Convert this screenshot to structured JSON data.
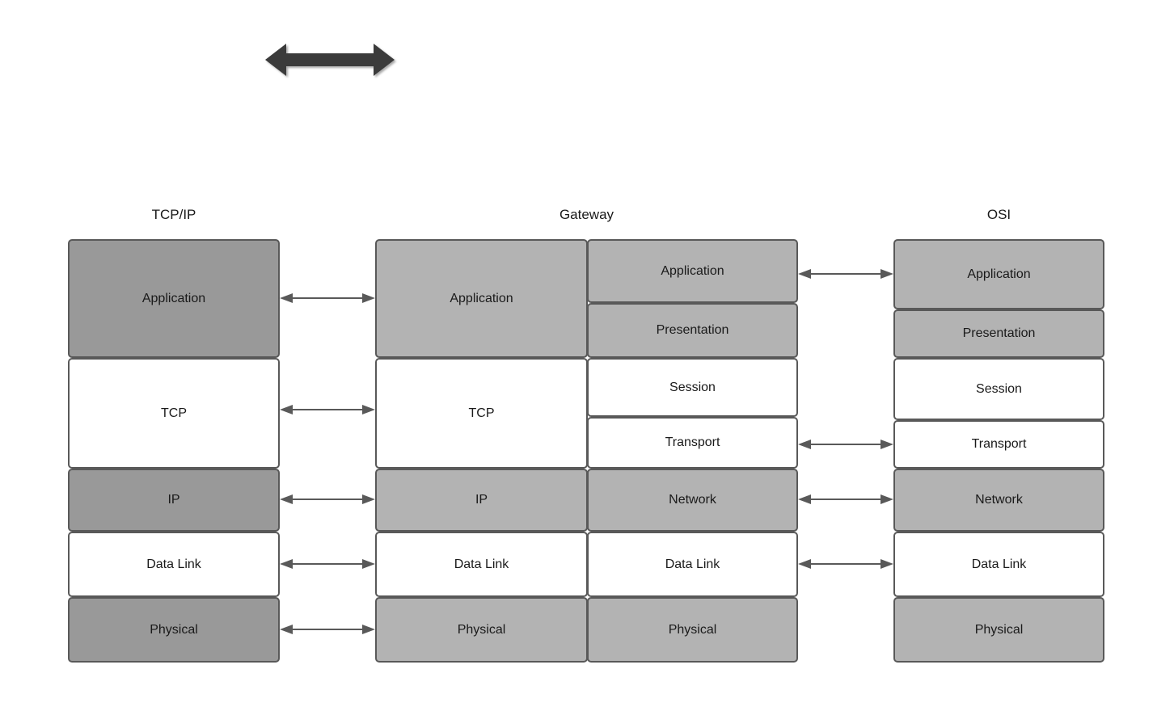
{
  "diagram": {
    "title_top_arrow": "bidirectional-communication-arrow",
    "columns": [
      {
        "id": "tcpip",
        "title": "TCP/IP",
        "layers": [
          {
            "label": "Application",
            "fill": "#999999"
          },
          {
            "label": "TCP",
            "fill": "#ffffff"
          },
          {
            "label": "IP",
            "fill": "#999999"
          },
          {
            "label": "Data Link",
            "fill": "#ffffff"
          },
          {
            "label": "Physical",
            "fill": "#999999"
          }
        ]
      },
      {
        "id": "gateway",
        "title": "Gateway",
        "left_layers": [
          {
            "label": "Application",
            "fill": "#b3b3b3"
          },
          {
            "label": "TCP",
            "fill": "#ffffff"
          },
          {
            "label": "IP",
            "fill": "#b3b3b3"
          },
          {
            "label": "Data Link",
            "fill": "#ffffff"
          },
          {
            "label": "Physical",
            "fill": "#b3b3b3"
          }
        ],
        "right_layers": [
          {
            "label": "Application",
            "fill": "#b3b3b3"
          },
          {
            "label": "Presentation",
            "fill": "#b3b3b3"
          },
          {
            "label": "Session",
            "fill": "#ffffff"
          },
          {
            "label": "Transport",
            "fill": "#ffffff"
          },
          {
            "label": "Network",
            "fill": "#b3b3b3"
          },
          {
            "label": "Data Link",
            "fill": "#ffffff"
          },
          {
            "label": "Physical",
            "fill": "#b3b3b3"
          }
        ]
      },
      {
        "id": "osi",
        "title": "OSI",
        "layers": [
          {
            "label": "Application",
            "fill": "#b3b3b3"
          },
          {
            "label": "Presentation",
            "fill": "#b3b3b3"
          },
          {
            "label": "Session",
            "fill": "#ffffff"
          },
          {
            "label": "Transport",
            "fill": "#ffffff"
          },
          {
            "label": "Network",
            "fill": "#b3b3b3"
          },
          {
            "label": "Data Link",
            "fill": "#ffffff"
          },
          {
            "label": "Physical",
            "fill": "#b3b3b3"
          }
        ]
      }
    ],
    "connectors_left": [
      {
        "peer": "Application"
      },
      {
        "peer": "TCP"
      },
      {
        "peer": "IP"
      },
      {
        "peer": "Data Link"
      },
      {
        "peer": "Physical"
      }
    ],
    "connectors_right": [
      {
        "peer": "Application"
      },
      {
        "peer": "Transport"
      },
      {
        "peer": "Network"
      },
      {
        "peer": "Data Link"
      }
    ],
    "colors": {
      "stroke": "#595959",
      "fill_dark": "#999999",
      "fill_light": "#b3b3b3",
      "fill_white": "#ffffff",
      "arrow": "#595959",
      "big_arrow": "#3a3a3a",
      "text": "#1a1a1a"
    }
  }
}
